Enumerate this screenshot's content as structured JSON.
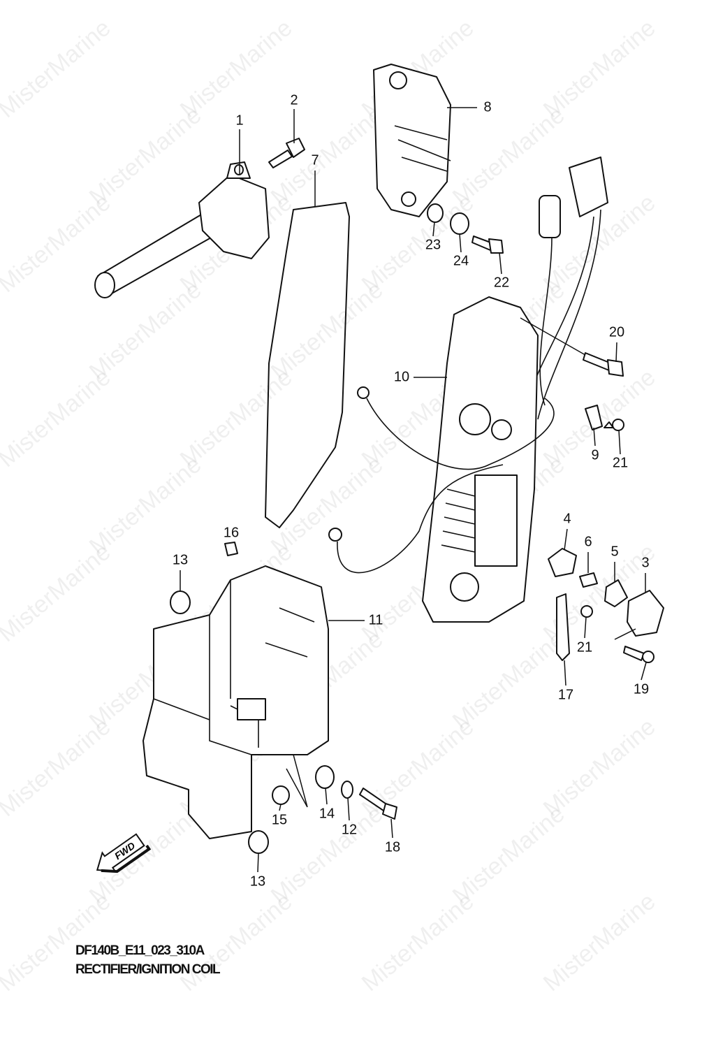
{
  "diagram": {
    "code": "DF140B_E11_023_310A",
    "title": "RECTIFIER/IGNITION COIL",
    "watermark": "MisterMarine",
    "fwd_label": "FWD",
    "callouts": [
      "1",
      "2",
      "7",
      "8",
      "23",
      "24",
      "22",
      "20",
      "10",
      "9",
      "21",
      "4",
      "6",
      "5",
      "3",
      "16",
      "13",
      "11",
      "21",
      "19",
      "17",
      "15",
      "14",
      "12",
      "18",
      "13"
    ]
  }
}
